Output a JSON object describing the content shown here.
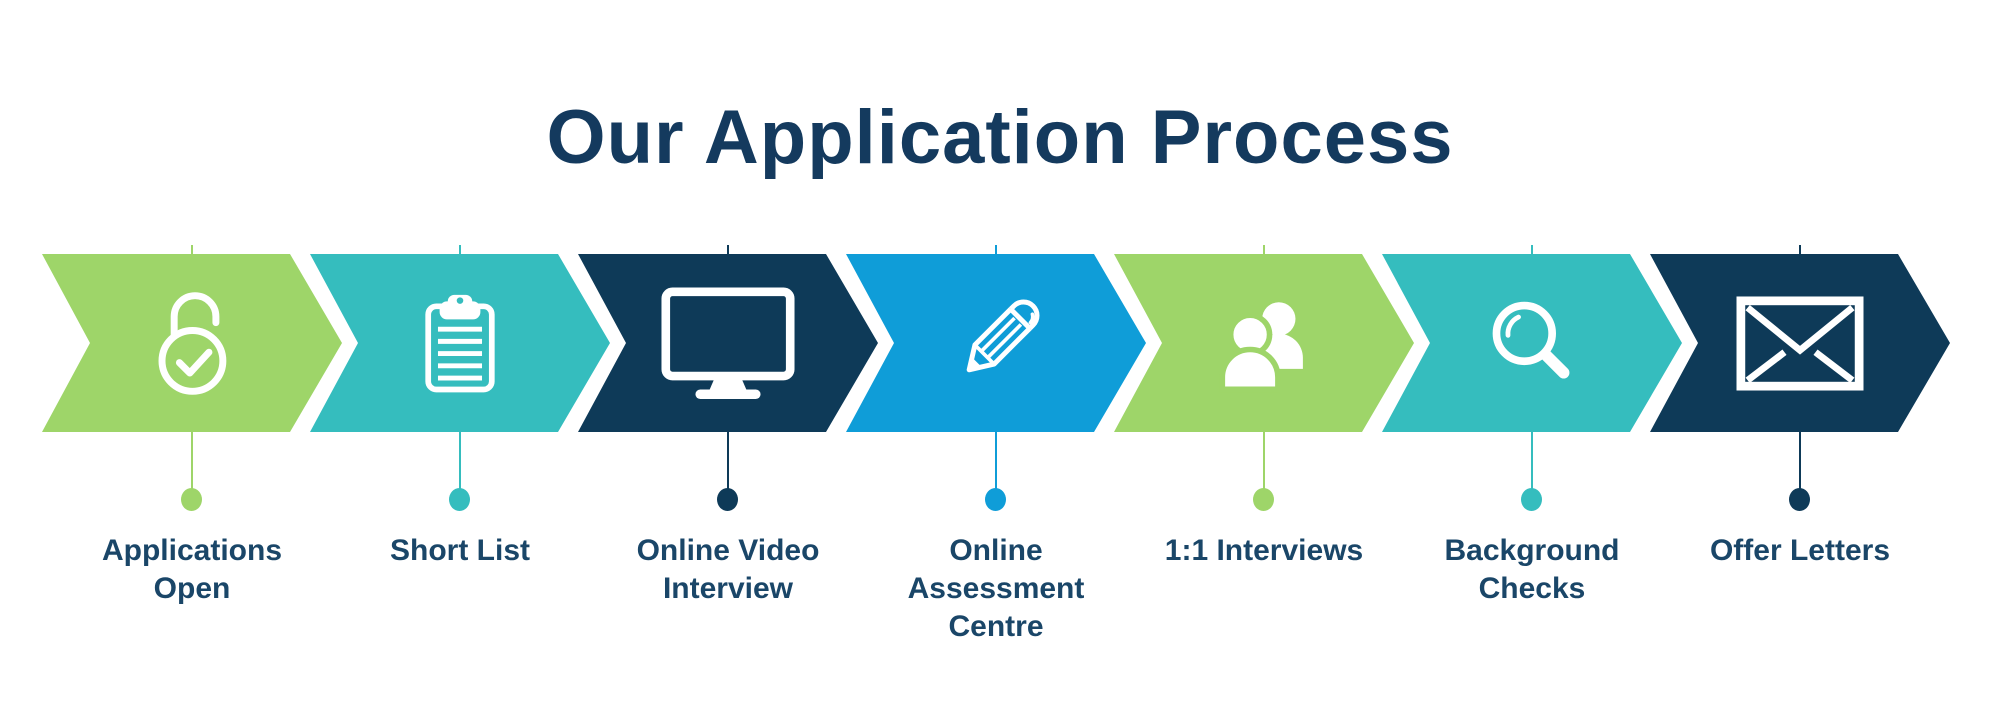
{
  "title": {
    "text": "Our Application Process",
    "color": "#143A5E"
  },
  "label_color": "#1A4668",
  "palette": {
    "green": "#9ED569",
    "teal": "#35BDBE",
    "navy": "#0E3A58",
    "blue": "#0F9DD8"
  },
  "steps": [
    {
      "label": "Applications\nOpen",
      "icon": "unlock-check-icon",
      "color": "#9ED569"
    },
    {
      "label": "Short List",
      "icon": "clipboard-icon",
      "color": "#35BDBE"
    },
    {
      "label": "Online Video\nInterview",
      "icon": "monitor-icon",
      "color": "#0E3A58"
    },
    {
      "label": "Online\nAssessment\nCentre",
      "icon": "pencil-icon",
      "color": "#0F9DD8"
    },
    {
      "label": "1:1 Interviews",
      "icon": "people-icon",
      "color": "#9ED569"
    },
    {
      "label": "Background\nChecks",
      "icon": "magnifier-icon",
      "color": "#35BDBE"
    },
    {
      "label": "Offer Letters",
      "icon": "envelope-icon",
      "color": "#0E3A58"
    }
  ]
}
